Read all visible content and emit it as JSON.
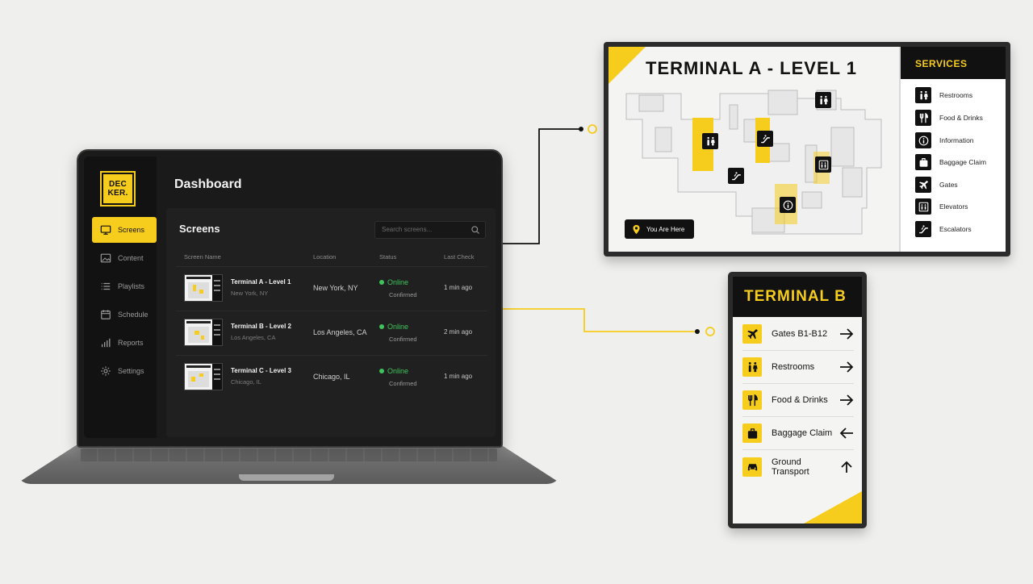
{
  "colors": {
    "accent": "#f6cc1d",
    "online": "#3ec45a",
    "dark": "#111111"
  },
  "dashboard": {
    "logo": {
      "line1": "DEC",
      "line2": "KER."
    },
    "title": "Dashboard",
    "nav": [
      {
        "label": "Screens",
        "icon": "monitor-icon",
        "active": true
      },
      {
        "label": "Content",
        "icon": "image-icon"
      },
      {
        "label": "Playlists",
        "icon": "list-icon"
      },
      {
        "label": "Schedule",
        "icon": "calendar-icon"
      },
      {
        "label": "Reports",
        "icon": "bar-chart-icon"
      },
      {
        "label": "Settings",
        "icon": "gear-icon"
      }
    ],
    "panel_title": "Screens",
    "search_placeholder": "Search screens...",
    "columns": [
      "Screen Name",
      "Location",
      "Status",
      "Last Check"
    ],
    "rows": [
      {
        "name": "Terminal A - Level 1",
        "city": "New York, NY",
        "location": "New York, NY",
        "status": "Online",
        "status_sub": "Confirmed",
        "last_check": "1 min ago"
      },
      {
        "name": "Terminal B - Level 2",
        "city": "Los Angeles, CA",
        "location": "Los Angeles, CA",
        "status": "Online",
        "status_sub": "Confirmed",
        "last_check": "2 min ago"
      },
      {
        "name": "Terminal C - Level 3",
        "city": "Chicago, IL",
        "location": "Chicago, IL",
        "status": "Online",
        "status_sub": "Confirmed",
        "last_check": "1 min ago"
      }
    ]
  },
  "terminal_a": {
    "title": "TERMINAL A - LEVEL 1",
    "you_are_here": "You Are Here",
    "services_title": "SERVICES",
    "services": [
      {
        "label": "Restrooms",
        "icon": "restroom-icon"
      },
      {
        "label": "Food & Drinks",
        "icon": "fork-knife-icon"
      },
      {
        "label": "Information",
        "icon": "info-icon"
      },
      {
        "label": "Baggage Claim",
        "icon": "luggage-icon"
      },
      {
        "label": "Gates",
        "icon": "airplane-icon"
      },
      {
        "label": "Elevators",
        "icon": "elevator-icon"
      },
      {
        "label": "Escalators",
        "icon": "escalator-icon"
      }
    ]
  },
  "terminal_b": {
    "title": "TERMINAL B",
    "items": [
      {
        "label": "Gates B1-B12",
        "icon": "airplane-icon",
        "arrow": "right"
      },
      {
        "label": "Restrooms",
        "icon": "restroom-icon",
        "arrow": "right"
      },
      {
        "label": "Food & Drinks",
        "icon": "fork-knife-icon",
        "arrow": "right"
      },
      {
        "label": "Baggage Claim",
        "icon": "luggage-icon",
        "arrow": "left"
      },
      {
        "label": "Ground Transport",
        "icon": "car-icon",
        "arrow": "up"
      }
    ]
  }
}
